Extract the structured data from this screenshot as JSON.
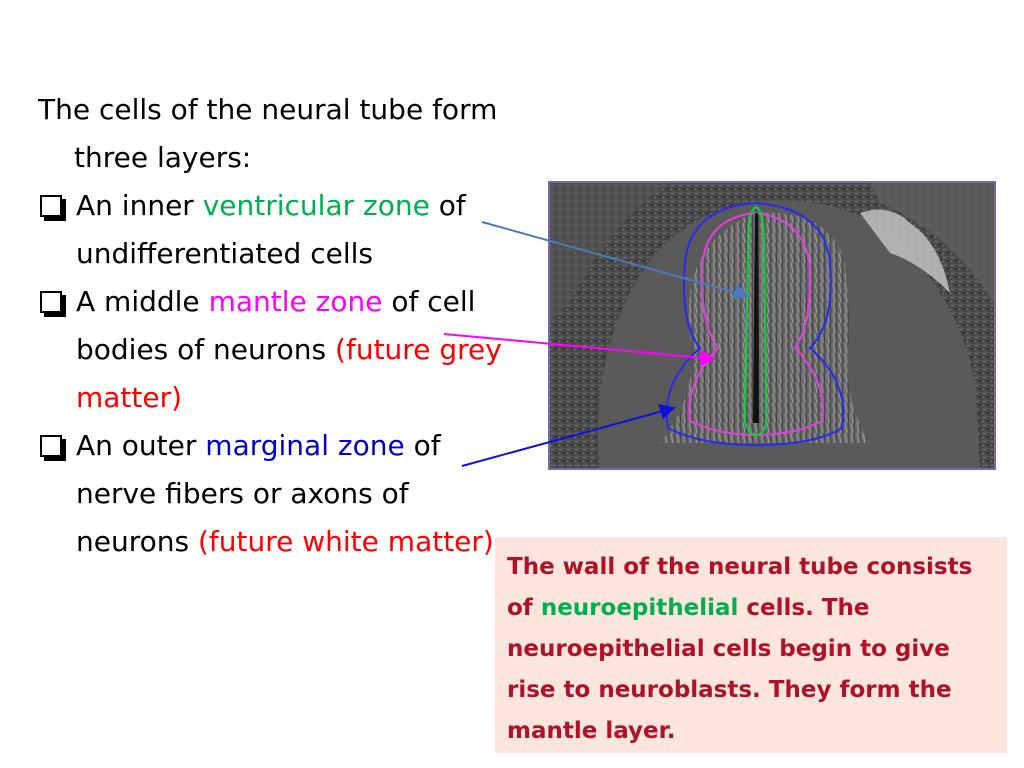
{
  "text_column": {
    "intro": "The cells of the neural tube form three layers:",
    "bullets": [
      {
        "pre": "An inner ",
        "term": "ventricular zone",
        "post": " of undifferentiated cells",
        "extra": ""
      },
      {
        "pre": "A middle ",
        "term": "mantle zone",
        "post": " of cell bodies of neurons ",
        "extra": "(future grey matter)"
      },
      {
        "pre": "An outer ",
        "term": "marginal zone",
        "post": " of nerve fibers or axons of neurons ",
        "extra": "(future white matter)"
      }
    ]
  },
  "note": {
    "part1": "The wall of the neural tube consists of ",
    "term": "neuroepithelial",
    "part2": " cells. The neuroepithelial cells begin to give rise to neuroblasts. They form the mantle layer."
  },
  "colors": {
    "ventricular": "#00b050",
    "mantle": "#ff00ff",
    "marginal": "#0000cc",
    "future_matter": "#ff0000",
    "note_text": "#b0102a",
    "note_background": "#fce5dc"
  }
}
